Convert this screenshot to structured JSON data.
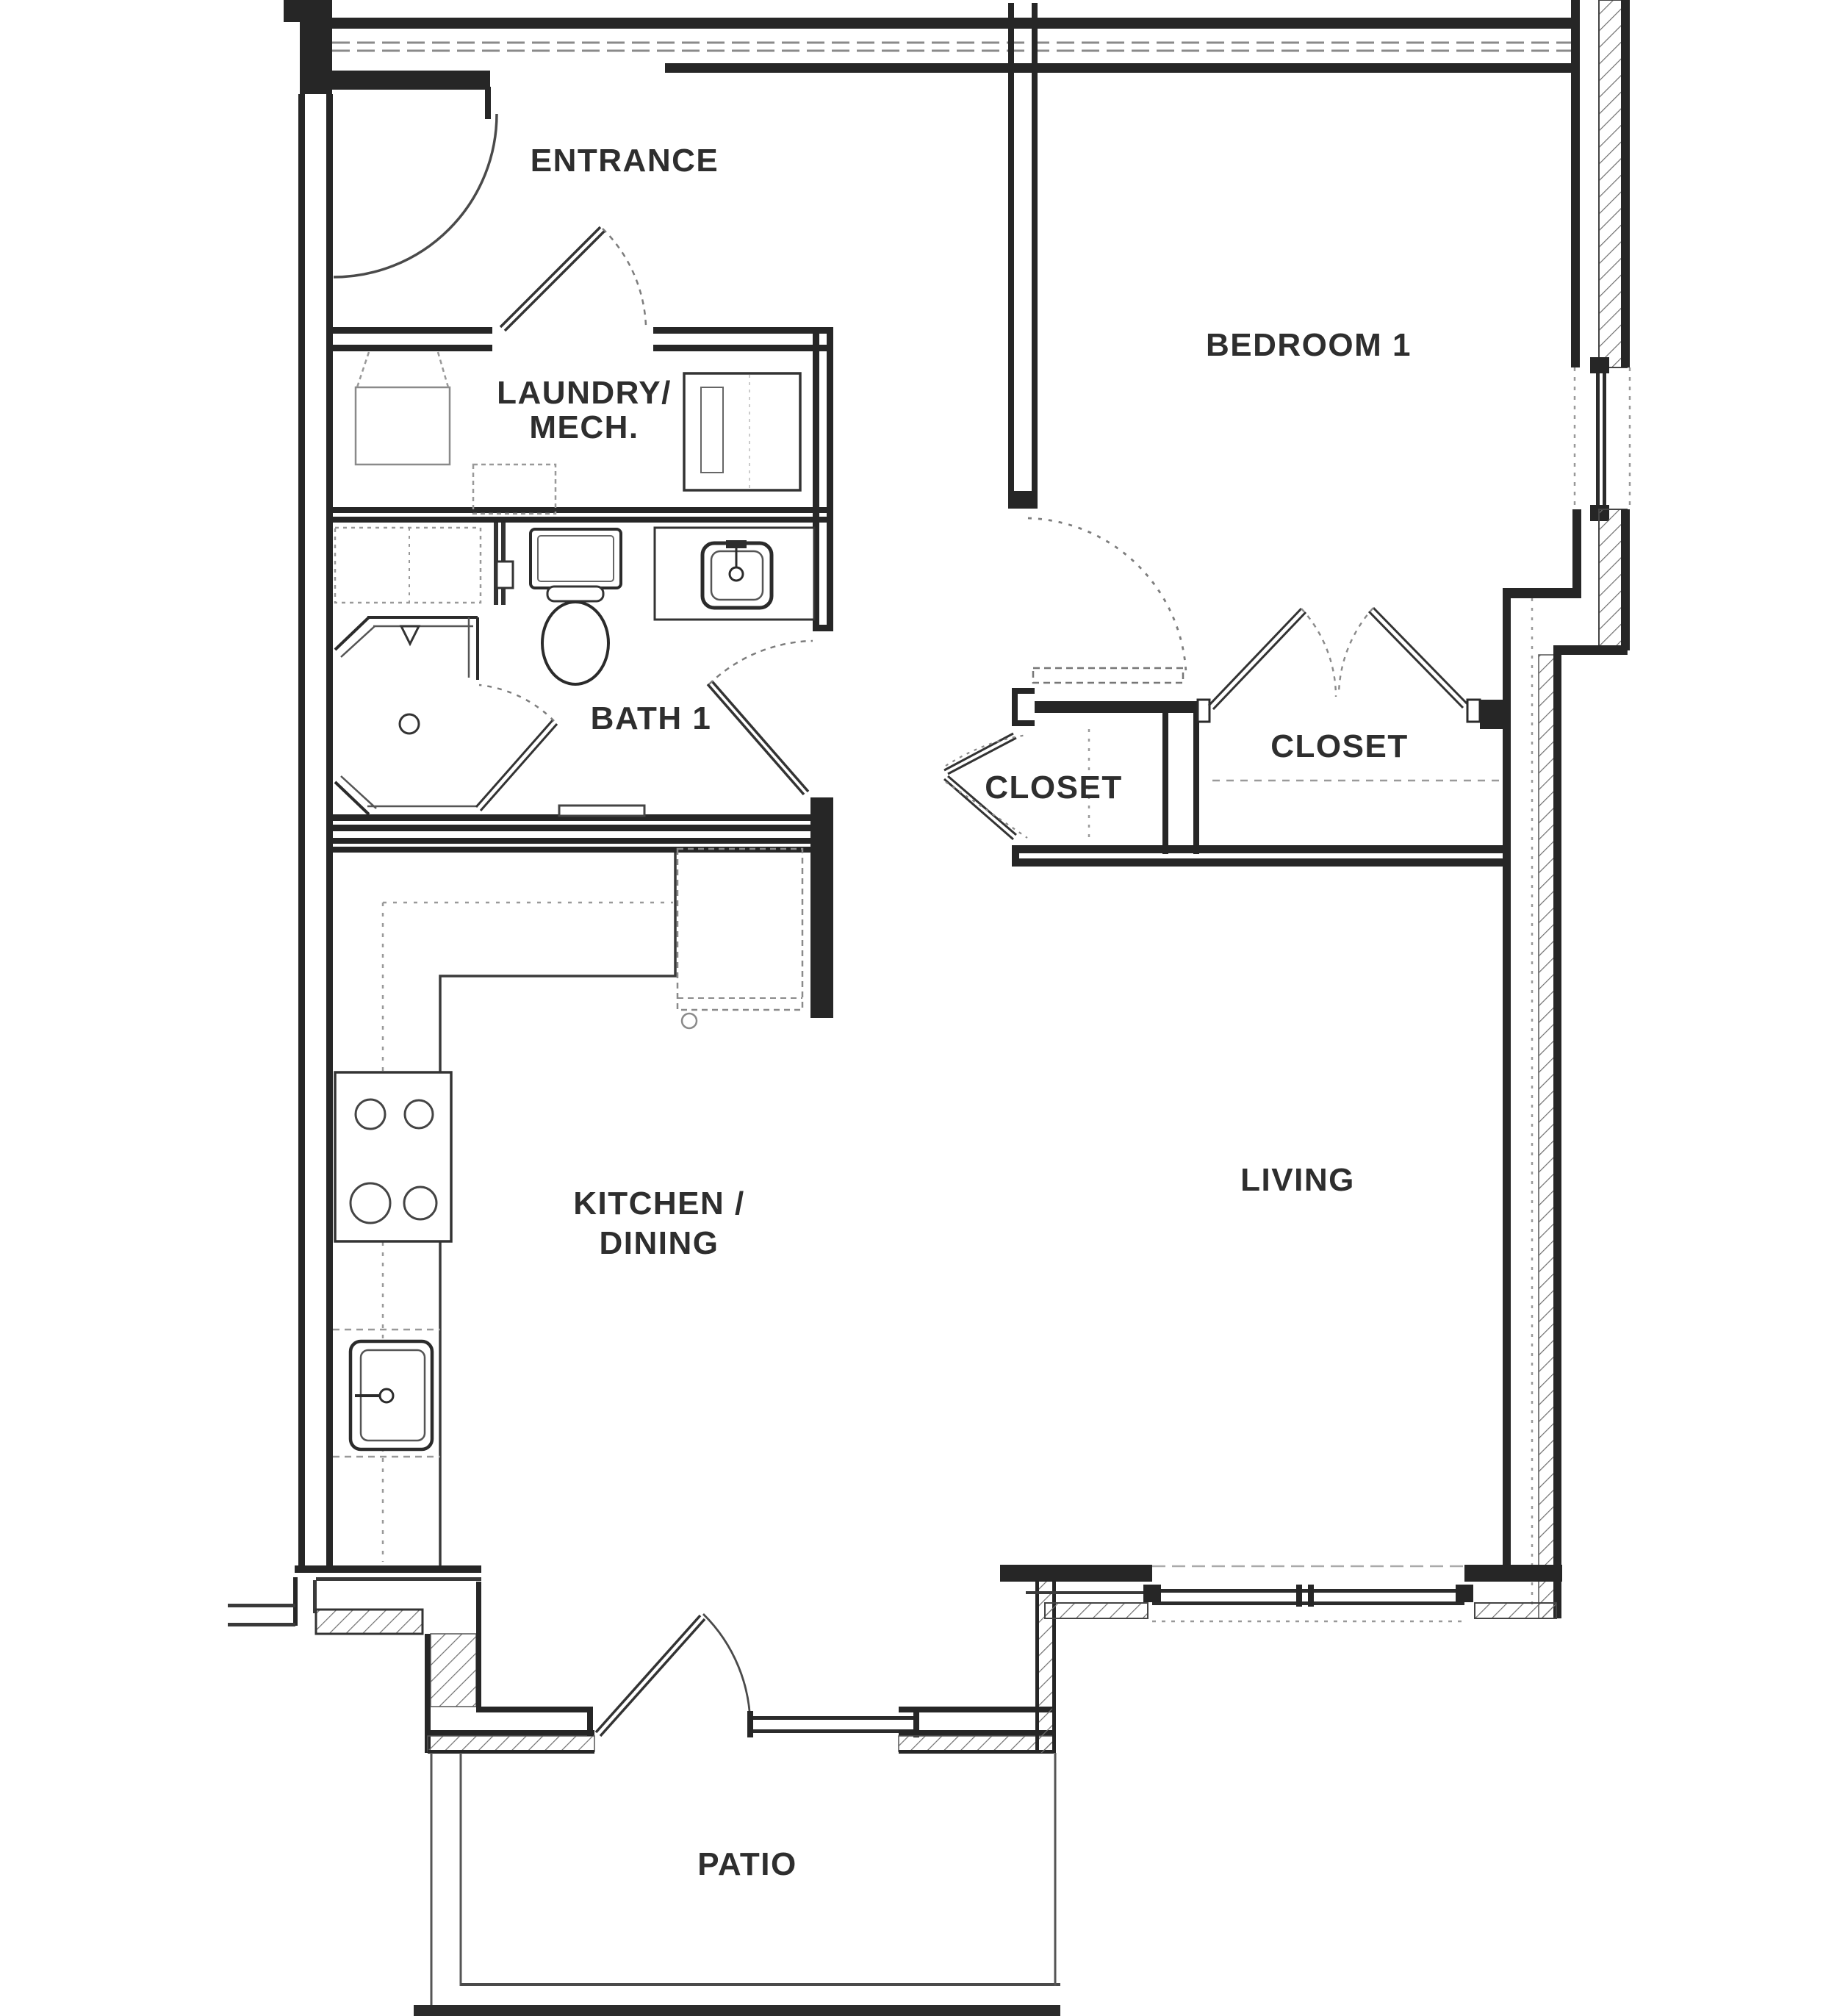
{
  "rooms": {
    "entrance": {
      "label": "ENTRANCE"
    },
    "laundry_mech": {
      "label_line1": "LAUNDRY/",
      "label_line2": "MECH."
    },
    "bedroom1": {
      "label": "BEDROOM 1"
    },
    "bath1": {
      "label": "BATH 1"
    },
    "closet_hall": {
      "label": "CLOSET"
    },
    "closet_bedroom": {
      "label": "CLOSET"
    },
    "kitchen_dining": {
      "label_line1": "KITCHEN /",
      "label_line2": "DINING"
    },
    "living": {
      "label": "LIVING"
    },
    "patio": {
      "label": "PATIO"
    }
  },
  "fixtures": [
    {
      "name": "washer-symbol",
      "room": "laundry_mech"
    },
    {
      "name": "dryer-symbol",
      "room": "laundry_mech"
    },
    {
      "name": "water-heater-symbol",
      "room": "laundry_mech"
    },
    {
      "name": "toilet-symbol",
      "room": "bath1"
    },
    {
      "name": "vanity-sink-symbol",
      "room": "bath1"
    },
    {
      "name": "shower-symbol",
      "room": "bath1"
    },
    {
      "name": "stove-symbol",
      "room": "kitchen_dining"
    },
    {
      "name": "kitchen-sink-symbol",
      "room": "kitchen_dining"
    },
    {
      "name": "refrigerator-symbol",
      "room": "kitchen_dining"
    }
  ],
  "doors": [
    {
      "name": "entrance-door"
    },
    {
      "name": "laundry-door"
    },
    {
      "name": "bath-door"
    },
    {
      "name": "shower-door"
    },
    {
      "name": "bedroom-door"
    },
    {
      "name": "hall-closet-doors"
    },
    {
      "name": "bedroom-closet-doors"
    },
    {
      "name": "patio-door"
    }
  ],
  "windows": [
    {
      "name": "bedroom-window"
    },
    {
      "name": "living-window"
    },
    {
      "name": "patio-sidelite"
    }
  ],
  "colors": {
    "ink": "#2b2b2b",
    "thin_line": "#4a4a4a",
    "dashed_line": "#7d7d7d",
    "background": "#ffffff"
  }
}
